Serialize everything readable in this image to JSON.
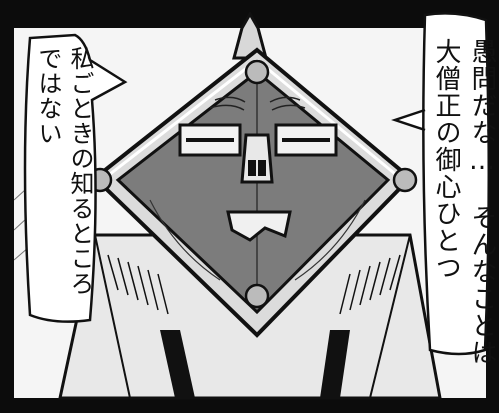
{
  "bubbles": {
    "left": {
      "lines": [
        "私ごときの知るところ",
        "ではない"
      ]
    },
    "right": {
      "lines": [
        "愚問だな…　そんなことは",
        "大僧正の御心ひとつ"
      ]
    }
  },
  "colors": {
    "frame": "#0c0c0c",
    "panel_bg": "#f4f4f4",
    "face": "#7c7c7c",
    "ink": "#111111"
  }
}
